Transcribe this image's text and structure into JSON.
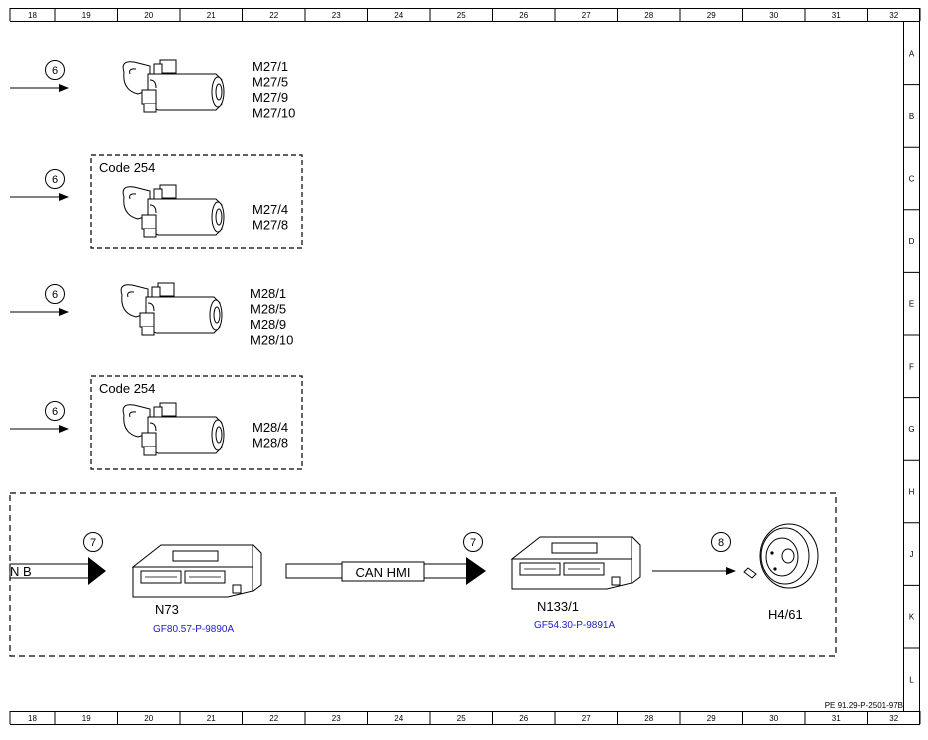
{
  "ruler": {
    "columns": [
      "18",
      "19",
      "20",
      "21",
      "22",
      "23",
      "24",
      "25",
      "26",
      "27",
      "28",
      "29",
      "30",
      "31",
      "32"
    ],
    "rows": [
      "A",
      "B",
      "C",
      "D",
      "E",
      "F",
      "G",
      "H",
      "J",
      "K",
      "L"
    ]
  },
  "groups": [
    {
      "callout": "6",
      "code": "",
      "labels": [
        "M27/1",
        "M27/5",
        "M27/9",
        "M27/10"
      ]
    },
    {
      "callout": "6",
      "code": "Code 254",
      "labels": [
        "M27/4",
        "M27/8"
      ]
    },
    {
      "callout": "6",
      "code": "",
      "labels": [
        "M28/1",
        "M28/5",
        "M28/9",
        "M28/10"
      ]
    },
    {
      "callout": "6",
      "code": "Code 254",
      "labels": [
        "M28/4",
        "M28/8"
      ]
    }
  ],
  "bus": {
    "left_bus_label": "N B",
    "left_callout": "7",
    "module1": {
      "name": "N73",
      "ref": "GF80.57-P-9890A"
    },
    "can_label": "CAN HMI",
    "mid_callout": "7",
    "module2": {
      "name": "N133/1",
      "ref": "GF54.30-P-9891A"
    },
    "right_callout": "8",
    "device": {
      "name": "H4/61"
    }
  },
  "footer": {
    "code": "PE 91.29-P-2501-97B"
  },
  "colors": {
    "line": "#000000",
    "link": "#1a1acc",
    "background": "#ffffff"
  }
}
